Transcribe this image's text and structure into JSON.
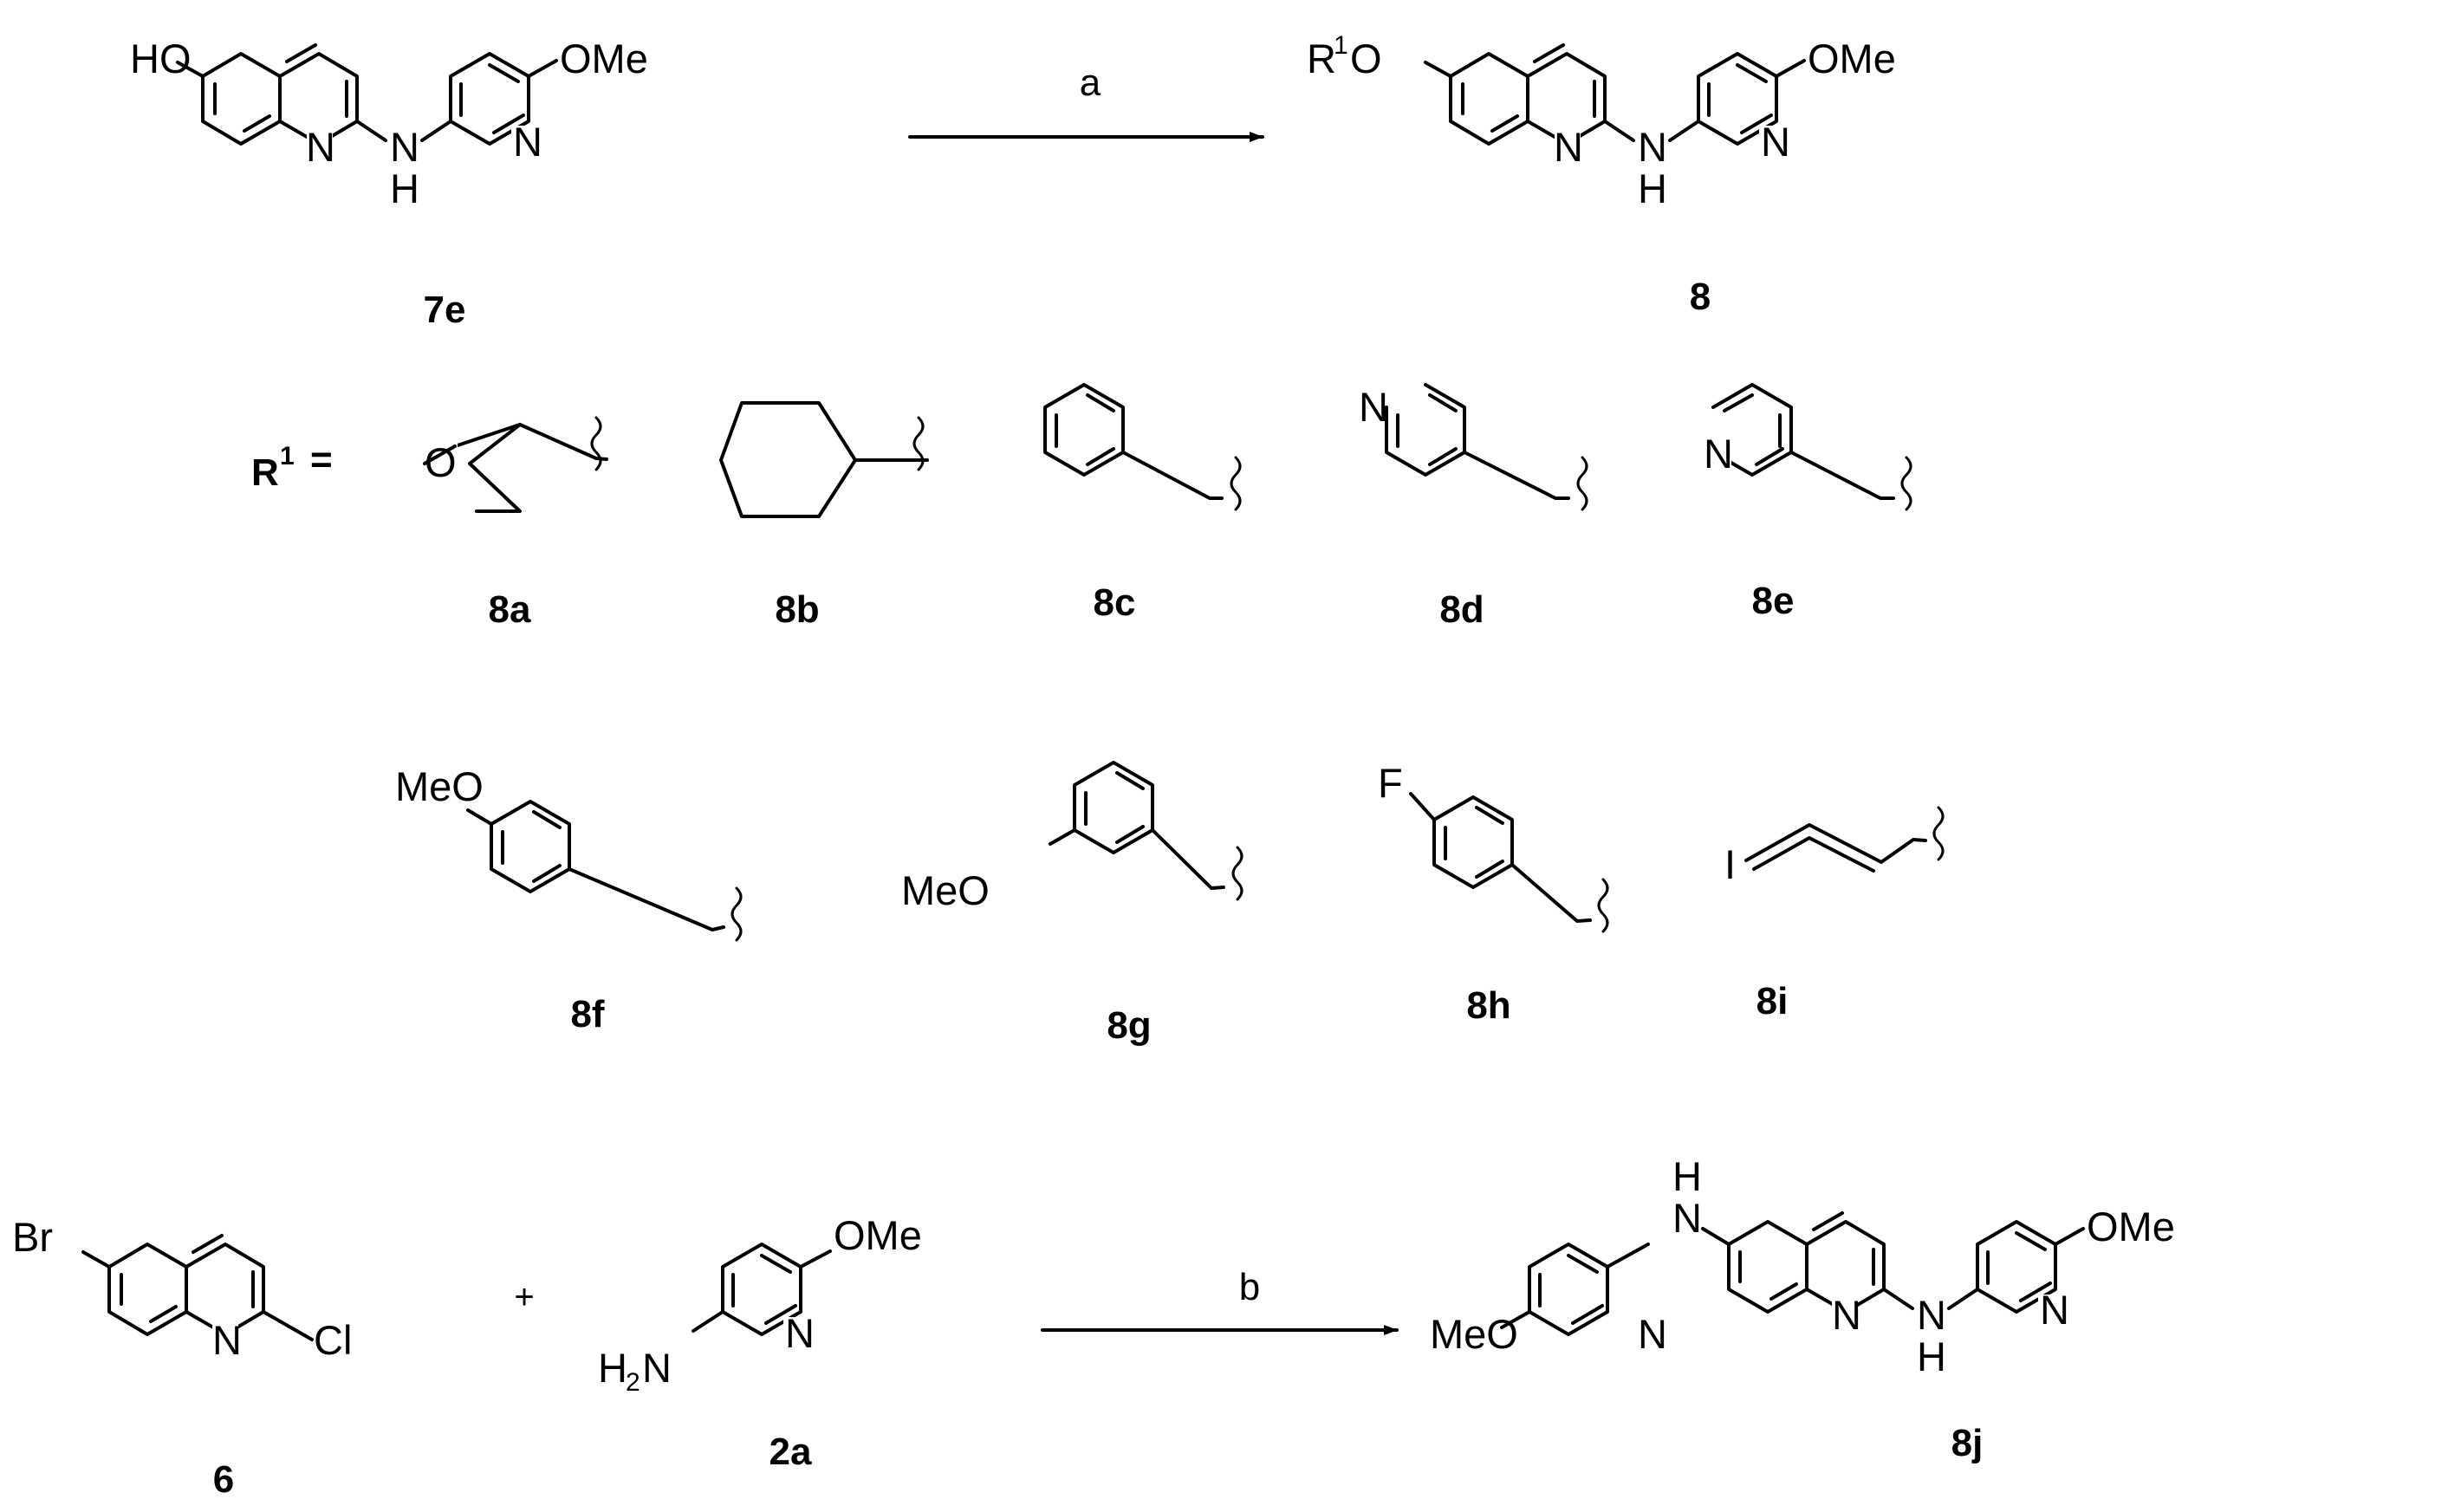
{
  "compound_labels": {
    "c7e": "7e",
    "c8": "8",
    "c8a": "8a",
    "c8b": "8b",
    "c8c": "8c",
    "c8d": "8d",
    "c8e": "8e",
    "c8f": "8f",
    "c8g": "8g",
    "c8h": "8h",
    "c8i": "8i",
    "c6": "6",
    "c2a": "2a",
    "c8j": "8j"
  },
  "conditions": {
    "a": "a",
    "b": "b"
  },
  "r_group": {
    "symbol": "R",
    "sup": "1",
    "equals": "="
  },
  "atoms": {
    "HO": "HO",
    "OMe": "OMe",
    "MeO": "MeO",
    "N": "N",
    "H": "H",
    "O": "O",
    "R1O_R": "R",
    "R1O_sup": "1",
    "R1O_O": "O",
    "Br": "Br",
    "Cl": "Cl",
    "F": "F",
    "I": "I",
    "H2N_H": "H",
    "H2N_2": "2",
    "H2N_N": "N"
  },
  "plus_sign": "+"
}
